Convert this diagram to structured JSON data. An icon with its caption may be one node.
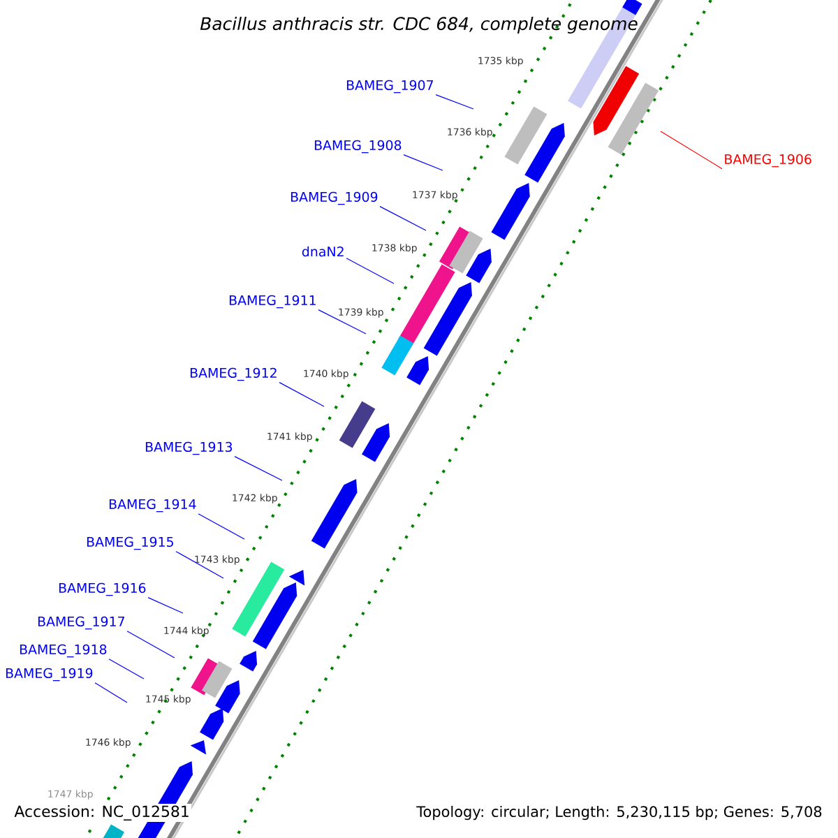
{
  "diagram": {
    "title": "Bacillus anthracis str. CDC 684, complete genome",
    "nodes": [
      {
        "text": [
          "BAMEG_1907"
        ]
      },
      {
        "text": [
          "BAMEG_1908"
        ]
      },
      {
        "text": [
          "BAMEG_1906"
        ]
      },
      {
        "text": [
          "BAMEG_1909"
        ]
      },
      {
        "text": [
          "dnaN2"
        ]
      },
      {
        "text": [
          "BAMEG_1911"
        ]
      },
      {
        "text": [
          "BAMEG_1912"
        ]
      },
      {
        "text": [
          "BAMEG_1913"
        ]
      },
      {
        "text": [
          "BAMEG_1914"
        ]
      },
      {
        "text": [
          "BAMEG_1915"
        ]
      },
      {
        "text": [
          "BAMEG_1916"
        ]
      },
      {
        "text": [
          "BAMEG_1917"
        ]
      },
      {
        "text": [
          "BAMEG_1918"
        ]
      },
      {
        "text": [
          "BAMEG_1919"
        ]
      }
    ],
    "edges": [
      {
        "from": 0,
        "to": null,
        "arrow": "none"
      },
      {
        "from": 1,
        "to": null,
        "arrow": "none"
      },
      {
        "from": 2,
        "to": null,
        "arrow": "none",
        "color": "#ff0000"
      },
      {
        "from": 3,
        "to": null,
        "arrow": "none"
      },
      {
        "from": 4,
        "to": null,
        "arrow": "none"
      },
      {
        "from": 5,
        "to": null,
        "arrow": "none"
      },
      {
        "from": 6,
        "to": null,
        "arrow": "none"
      },
      {
        "from": 7,
        "to": null,
        "arrow": "none"
      },
      {
        "from": 8,
        "to": null,
        "arrow": "none"
      },
      {
        "from": 9,
        "to": null,
        "arrow": "none"
      },
      {
        "from": 10,
        "to": null,
        "arrow": "none"
      },
      {
        "from": 11,
        "to": null,
        "arrow": "none"
      },
      {
        "from": 12,
        "to": null,
        "arrow": "none"
      },
      {
        "from": 13,
        "to": null,
        "arrow": "none"
      }
    ],
    "labels": [
      "1735 kbp",
      "1736 kbp",
      "1737 kbp",
      "1738 kbp",
      "1739 kbp",
      "1740 kbp",
      "1741 kbp",
      "1742 kbp",
      "1743 kbp",
      "1744 kbp",
      "1745 kbp",
      "1746 kbp",
      "1747 kbp",
      "Accession: NC_012581",
      "Topology: circular; Length: 5,230,115 bp; Genes: 5,708"
    ]
  }
}
